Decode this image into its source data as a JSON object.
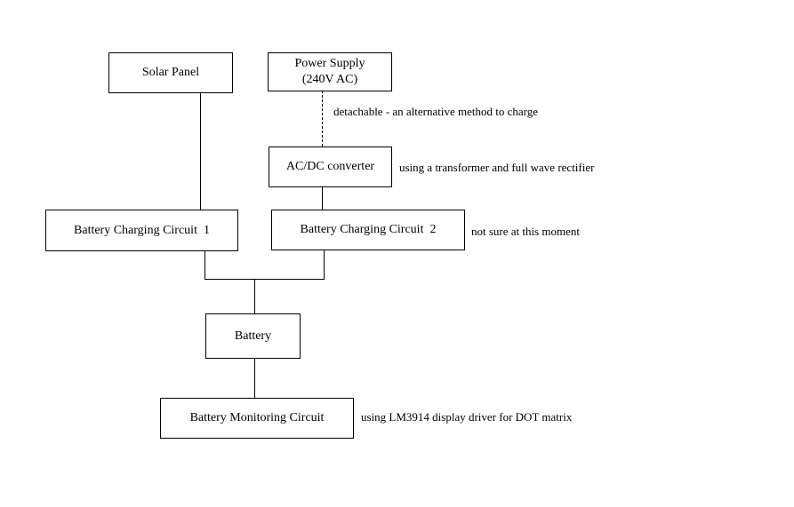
{
  "boxes": {
    "solar_panel": "Solar Panel",
    "power_supply_line1": "Power Supply",
    "power_supply_line2": "(240V AC)",
    "acdc_converter": "AC/DC converter",
    "charging_circuit_1": "Battery Charging Circuit  1",
    "charging_circuit_2": "Battery Charging Circuit  2",
    "battery": "Battery",
    "monitoring_circuit": "Battery Monitoring Circuit"
  },
  "notes": {
    "detachable": "detachable - an alternative method to charge",
    "transformer": "using a transformer and full wave rectifier",
    "not_sure": "not sure at this moment",
    "lm3914": "using LM3914 display driver for DOT matrix"
  }
}
